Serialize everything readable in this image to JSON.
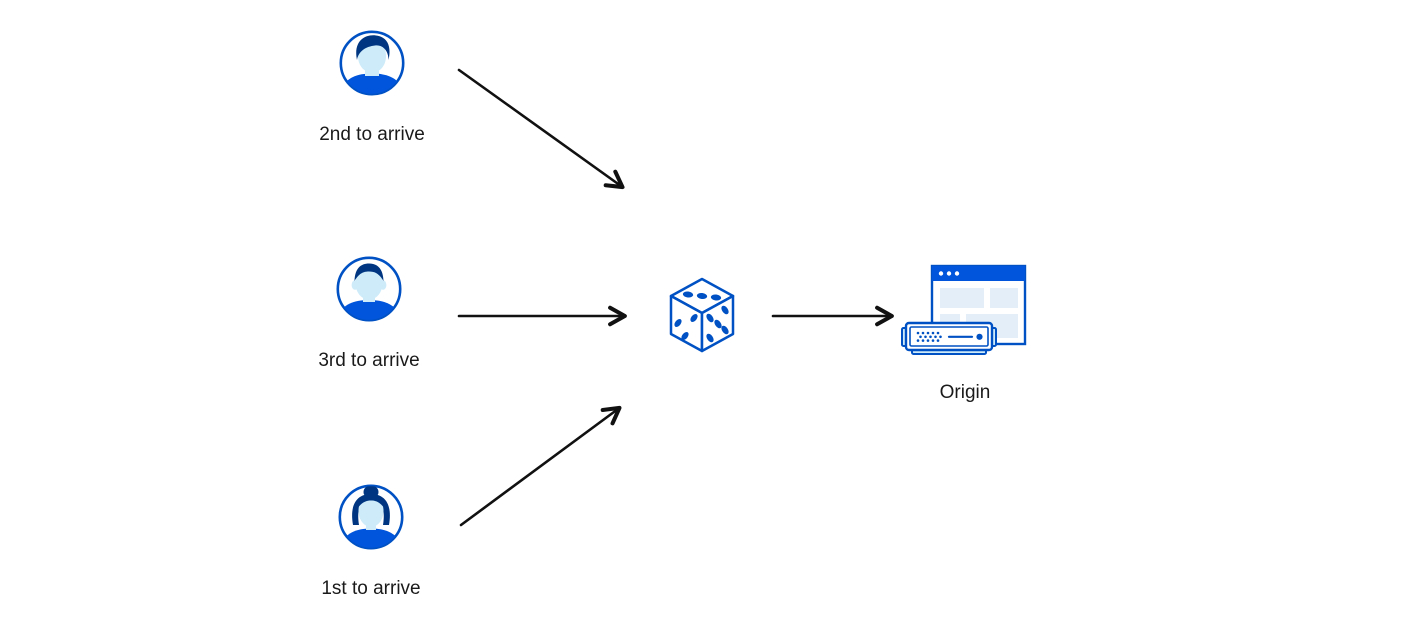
{
  "diagram": {
    "clients": [
      {
        "label": "2nd to arrive",
        "avatar_icon": "man-swept-hair-avatar"
      },
      {
        "label": "3rd to arrive",
        "avatar_icon": "man-short-hair-avatar"
      },
      {
        "label": "1st to arrive",
        "avatar_icon": "woman-bun-avatar"
      }
    ],
    "selector": {
      "icon": "dice-icon"
    },
    "origin": {
      "label": "Origin",
      "icon": "origin-server-icon"
    },
    "arrows": [
      {
        "from": "client-2nd-to-arrive",
        "to": "dice"
      },
      {
        "from": "client-3rd-to-arrive",
        "to": "dice"
      },
      {
        "from": "client-1st-to-arrive",
        "to": "dice"
      },
      {
        "from": "dice",
        "to": "origin"
      }
    ],
    "colors": {
      "line_blue": "#0051c3",
      "fill_blue": "#0055dc",
      "dark_navy": "#003681",
      "light_blue": "#cdebf9",
      "pale_blue": "#e3eef8",
      "arrow": "#111111",
      "text": "#1a1a1a",
      "background": "#ffffff"
    }
  }
}
